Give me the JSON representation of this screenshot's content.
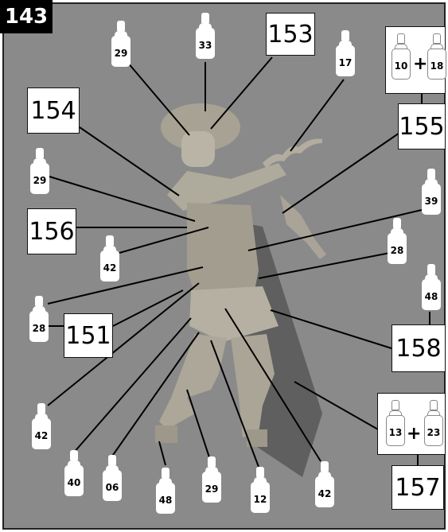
{
  "figure_number": "143",
  "steps": {
    "s151": "151",
    "s153": "153",
    "s154": "154",
    "s155": "155",
    "s156": "156",
    "s157": "157",
    "s158": "158"
  },
  "paints": {
    "p29a": "29",
    "p33": "33",
    "p17": "17",
    "p29b": "29",
    "p42a": "42",
    "p39": "39",
    "p28a": "28",
    "p48a": "48",
    "p28b": "28",
    "p42b": "42",
    "p40": "40",
    "p06": "06",
    "p48b": "48",
    "p29c": "29",
    "p12": "12",
    "p42c": "42"
  },
  "mixes": {
    "top": {
      "a": "10",
      "b": "18",
      "plus": "+"
    },
    "bottom": {
      "a": "13",
      "b": "23",
      "plus": "+"
    }
  },
  "colors": {
    "background": "#8a8a8a",
    "figure": "#b6b1a4",
    "line": "#000000",
    "box": "#ffffff"
  }
}
